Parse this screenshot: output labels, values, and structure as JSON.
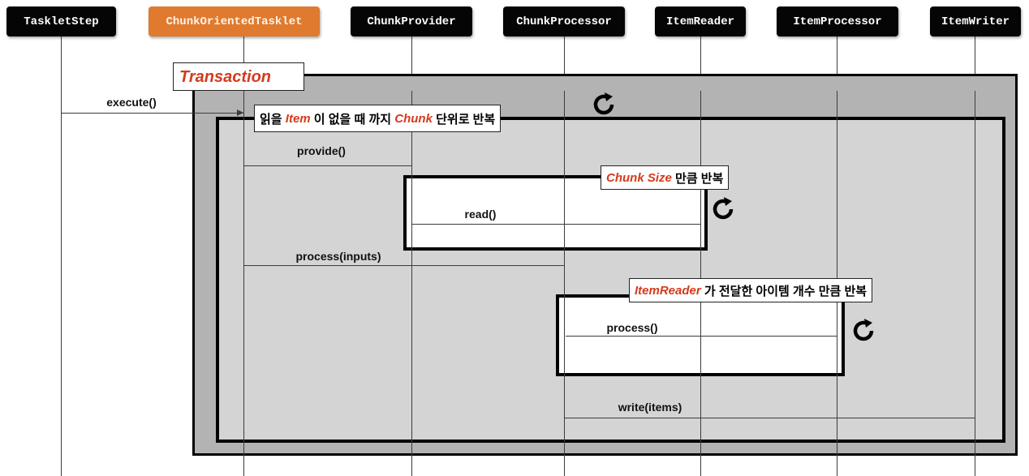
{
  "actors": [
    {
      "id": "taskletstep",
      "label": "TaskletStep",
      "highlight": false
    },
    {
      "id": "chunkorientedtasklet",
      "label": "ChunkOrientedTasklet",
      "highlight": true
    },
    {
      "id": "chunkprovider",
      "label": "ChunkProvider",
      "highlight": false
    },
    {
      "id": "chunkprocessor",
      "label": "ChunkProcessor",
      "highlight": false
    },
    {
      "id": "itemreader",
      "label": "ItemReader",
      "highlight": false
    },
    {
      "id": "itemprocessor",
      "label": "ItemProcessor",
      "highlight": false
    },
    {
      "id": "itemwriter",
      "label": "ItemWriter",
      "highlight": false
    }
  ],
  "transaction": {
    "label": "Transaction"
  },
  "loops": {
    "chunk": {
      "em": "Item",
      "em2": "Chunk",
      "pre": "읽을 ",
      "mid": " 이 없을 때 까지 ",
      "post": " 단위로 반복"
    },
    "read": {
      "em": "Chunk Size",
      "post": " 만큼 반복"
    },
    "process": {
      "em": "ItemReader",
      "post": " 가 전달한 아이템 개수 만큼 반복"
    }
  },
  "messages": {
    "execute": "execute()",
    "provide": "provide()",
    "read": "read()",
    "process_inputs": "process(inputs)",
    "process": "process()",
    "write": "write(items)"
  },
  "colors": {
    "actor_bg": "#050505",
    "highlight_actor_bg": "#e07a2e",
    "transaction_bg": "#b3b3b3",
    "loop_bg": "#d4d4d4",
    "accent_text": "#d53a1c"
  }
}
